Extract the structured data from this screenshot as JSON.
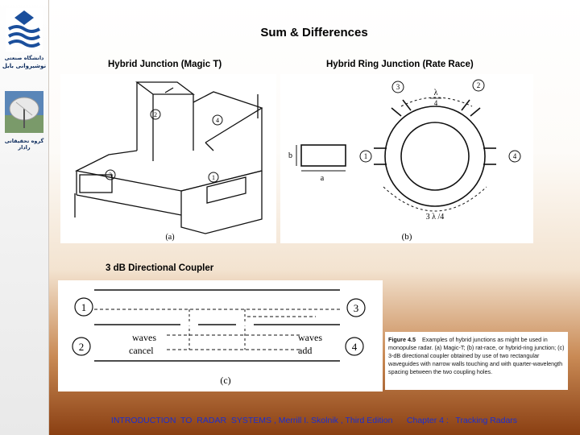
{
  "slide": {
    "title": "Sum & Differences",
    "footer": "INTRODUCTION  TO  RADAR  SYSTEMS , Merrill I. Skolnik , Third Edition      Chapter 4 :   Tracking Radars"
  },
  "sidebar": {
    "university_line1": "دانشگاه صنعتی",
    "university_line2": "نوشیروانی بابل",
    "group_name": "گروه تحقیقاتی رادار"
  },
  "figures": {
    "magic_t": {
      "heading": "Hybrid Junction (Magic T)",
      "label": "(a)",
      "ports": [
        "1",
        "2",
        "3",
        "4"
      ]
    },
    "rat_race": {
      "heading": "Hybrid Ring Junction (Rate Race)",
      "label": "(b)",
      "ports": [
        "1",
        "2",
        "3",
        "4"
      ],
      "dim_a": "a",
      "dim_b": "b",
      "quarter_lambda": "λ",
      "quarter_den": "4",
      "three_quarter": "3 λ /4"
    },
    "coupler": {
      "heading": "3 dB Directional Coupler",
      "label": "(c)",
      "ports": [
        "1",
        "2",
        "3",
        "4"
      ],
      "waves_left": "waves",
      "cancel": "cancel",
      "waves_right": "waves",
      "add": "add"
    },
    "caption": {
      "label": "Figure 4.5",
      "text": "Examples of hybrid junctions as might be used in monopulse radar. (a) Magic-T; (b) rat-race, or hybrid-ring junction; (c) 3-dB directional coupler obtained by use of two rectangular waveguides with narrow walls touching and with quarter-wavelength spacing between the two coupling holes."
    }
  },
  "colors": {
    "footer_text": "#1a2fd0",
    "logo_blue": "#1b4f9c"
  }
}
